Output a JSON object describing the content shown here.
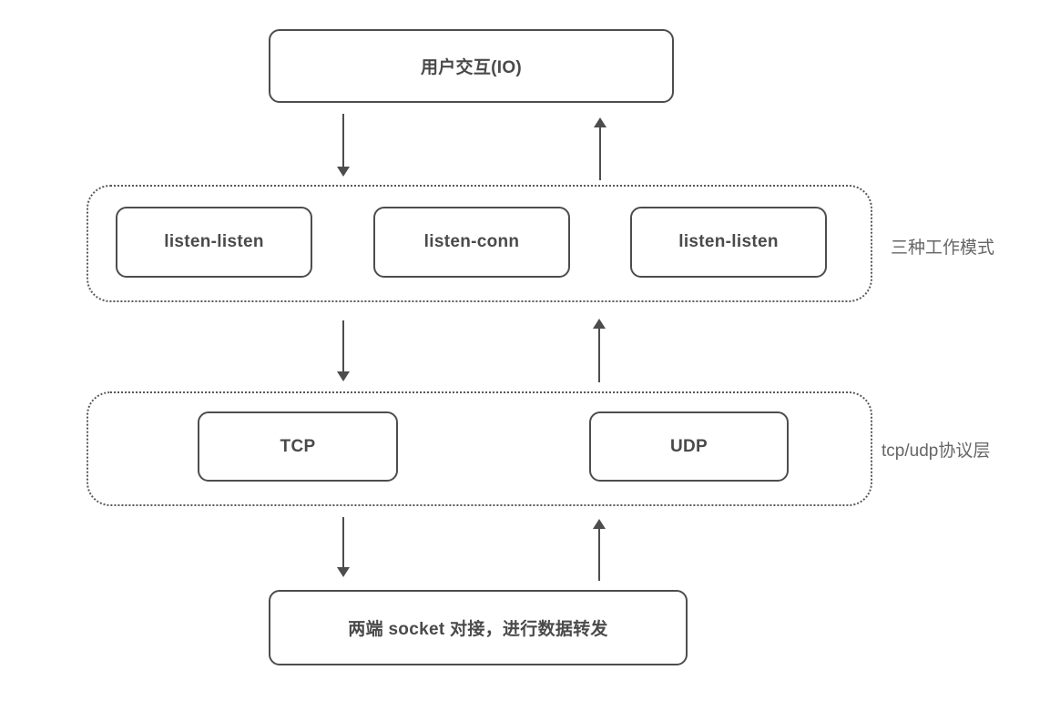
{
  "diagram": {
    "top_box": {
      "label": "用户交互(IO)"
    },
    "modes_group": {
      "side_label": "三种工作模式",
      "items": [
        {
          "label": "listen-listen"
        },
        {
          "label": "listen-conn"
        },
        {
          "label": "listen-listen"
        }
      ]
    },
    "protocol_group": {
      "side_label": "tcp/udp协议层",
      "items": [
        {
          "label": "TCP"
        },
        {
          "label": "UDP"
        }
      ]
    },
    "bottom_box": {
      "label": "两端 socket 对接，进行数据转发"
    },
    "colors": {
      "border": "#4d4d4d",
      "dotted_border": "#595959",
      "node_text": "#4a4a4a",
      "side_label_text": "#666666",
      "background": "#ffffff"
    }
  }
}
